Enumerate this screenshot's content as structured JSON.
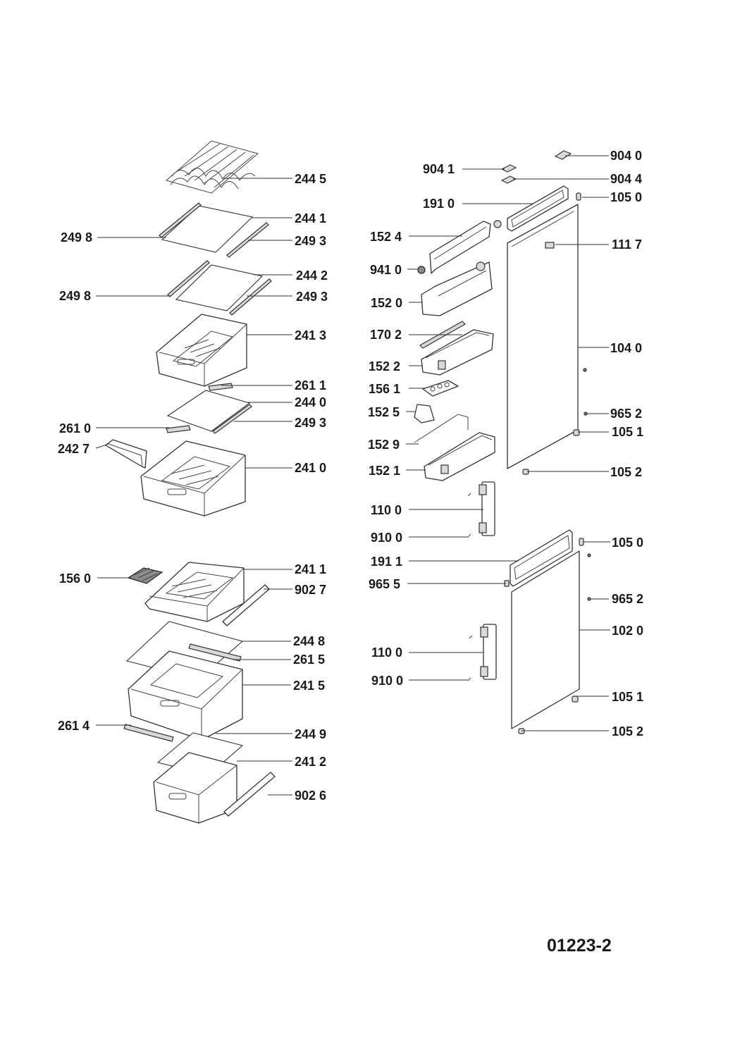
{
  "document_id": "01223-2",
  "part_labels": {
    "p2445": "244 5",
    "p2441": "244 1",
    "p2498a": "249 8",
    "p2493a": "249 3",
    "p2442": "244 2",
    "p2498b": "249 8",
    "p2493b": "249 3",
    "p2413": "241 3",
    "p2611": "261 1",
    "p2440": "244 0",
    "p2610": "261 0",
    "p2493c": "249 3",
    "p2427": "242 7",
    "p2410": "241 0",
    "p1560": "156 0",
    "p2411": "241 1",
    "p9027": "902 7",
    "p2448": "244 8",
    "p2615": "261 5",
    "p2415": "241 5",
    "p2614": "261 4",
    "p2449": "244 9",
    "p2412": "241 2",
    "p9026": "902 6",
    "p9040": "904 0",
    "p9041": "904 1",
    "p9044": "904 4",
    "p1050a": "105 0",
    "p1910": "191 0",
    "p1524": "152 4",
    "p1117": "111 7",
    "p9410": "941 0",
    "p1520": "152 0",
    "p1702": "170 2",
    "p1040": "104 0",
    "p1522": "152 2",
    "p1561": "156 1",
    "p1525": "152 5",
    "p9652a": "965 2",
    "p1529": "152 9",
    "p1051a": "105 1",
    "p1521": "152 1",
    "p1052a": "105 2",
    "p1100a": "110 0",
    "p9100a": "910 0",
    "p1050b": "105 0",
    "p1911": "191 1",
    "p9655": "965 5",
    "p9652b": "965 2",
    "p1020": "102 0",
    "p1100b": "110 0",
    "p9100b": "910 0",
    "p1051b": "105 1",
    "p1052b": "105 2"
  }
}
